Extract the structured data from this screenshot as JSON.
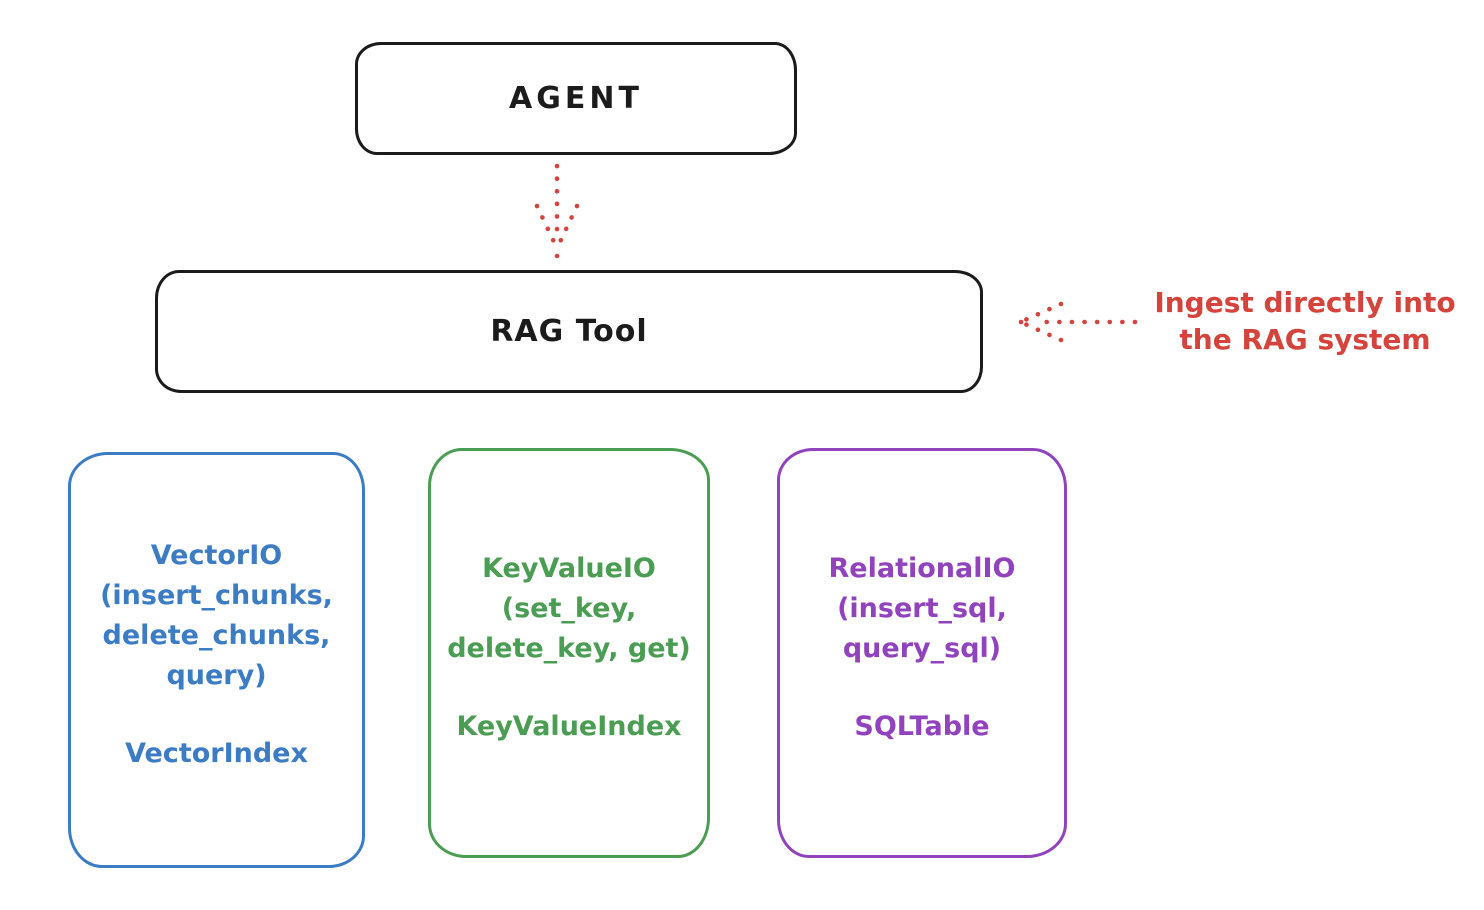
{
  "canvas": {
    "background": "#ffffff",
    "ink_color": "#1b1b1b"
  },
  "agent_box": {
    "label": "AGENT"
  },
  "rag_tool_box": {
    "label": "RAG Tool"
  },
  "flow_arrow": {
    "name": "agent-to-rag-tool",
    "style": "dotted",
    "color": "#d4443c"
  },
  "ingest_annotation": {
    "line1": "Ingest directly into",
    "line2": "the RAG system",
    "arrow_style": "dotted",
    "color": "#d4443c"
  },
  "io_boxes": [
    {
      "title_lines": [
        "VectorIO",
        "(insert_chunks,",
        "delete_chunks,",
        "query)"
      ],
      "index_label": "VectorIndex",
      "color": "#3b7cc4"
    },
    {
      "title_lines": [
        "KeyValueIO",
        "(set_key,",
        "delete_key, get)"
      ],
      "index_label": "KeyValueIndex",
      "color": "#4a9d52"
    },
    {
      "title_lines": [
        "RelationalIO",
        "(insert_sql,",
        "query_sql)"
      ],
      "index_label": "SQLTable",
      "color": "#9142bd"
    }
  ]
}
